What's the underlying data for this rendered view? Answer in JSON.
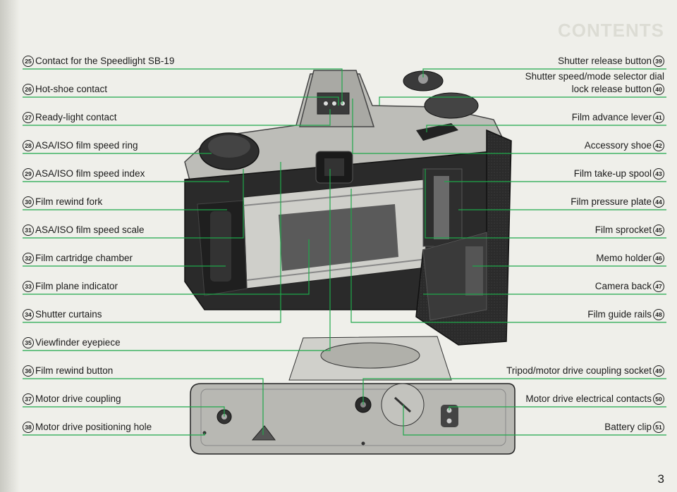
{
  "left_callouts": [
    {
      "num": "25",
      "label": "Contact for the Speedlight SB-19"
    },
    {
      "num": "26",
      "label": "Hot-shoe contact"
    },
    {
      "num": "27",
      "label": "Ready-light contact"
    },
    {
      "num": "28",
      "label": "ASA/ISO film speed ring"
    },
    {
      "num": "29",
      "label": "ASA/ISO film speed index"
    },
    {
      "num": "30",
      "label": "Film rewind fork"
    },
    {
      "num": "31",
      "label": "ASA/ISO film speed scale"
    },
    {
      "num": "32",
      "label": "Film cartridge chamber"
    },
    {
      "num": "33",
      "label": "Film plane indicator"
    },
    {
      "num": "34",
      "label": "Shutter curtains"
    },
    {
      "num": "35",
      "label": "Viewfinder eyepiece"
    },
    {
      "num": "36",
      "label": "Film rewind button"
    },
    {
      "num": "37",
      "label": "Motor drive coupling"
    },
    {
      "num": "38",
      "label": "Motor drive positioning hole"
    }
  ],
  "right_callouts": [
    {
      "num": "39",
      "label": "Shutter release button"
    },
    {
      "num": "40",
      "label": "Shutter speed/mode selector dial lock release button",
      "line1": "Shutter speed/mode selector dial",
      "line2": "lock release button"
    },
    {
      "num": "41",
      "label": "Film advance lever"
    },
    {
      "num": "42",
      "label": "Accessory shoe"
    },
    {
      "num": "43",
      "label": "Film take-up spool"
    },
    {
      "num": "44",
      "label": "Film pressure plate"
    },
    {
      "num": "45",
      "label": "Film sprocket"
    },
    {
      "num": "46",
      "label": "Memo holder"
    },
    {
      "num": "47",
      "label": "Camera back"
    },
    {
      "num": "48",
      "label": "Film guide rails"
    },
    {
      "num": "49",
      "label": "Tripod/motor drive coupling socket"
    },
    {
      "num": "50",
      "label": "Motor drive electrical contacts"
    },
    {
      "num": "51",
      "label": "Battery clip"
    }
  ],
  "page_number": "3",
  "ghost_heading": "CONTENTS",
  "colors": {
    "leader": "#1fa84a",
    "background": "#efefea",
    "camera_body": "#2a2a2a",
    "camera_metal": "#c9c9c4"
  }
}
